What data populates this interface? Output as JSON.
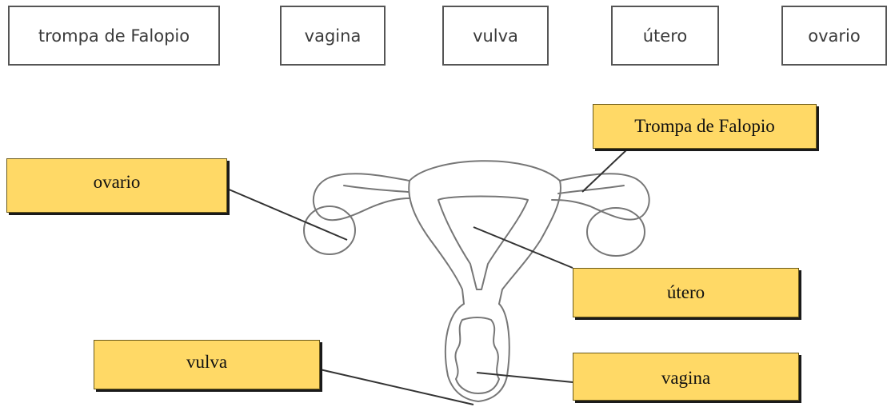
{
  "word_bank": [
    {
      "text": "trompa de Falopio"
    },
    {
      "text": "vagina"
    },
    {
      "text": "vulva"
    },
    {
      "text": "útero"
    },
    {
      "text": "ovario"
    }
  ],
  "labels": {
    "trompa": "Trompa de Falopio",
    "ovario": "ovario",
    "utero": "útero",
    "vulva": "vulva",
    "vagina": "vagina"
  },
  "colors": {
    "label_fill": "#ffd966",
    "outline": "#777777",
    "leader_line": "#333333"
  }
}
